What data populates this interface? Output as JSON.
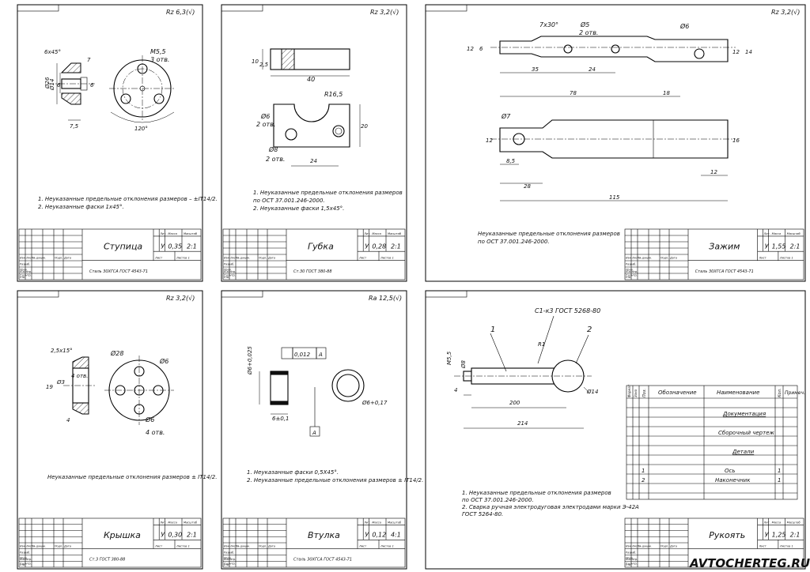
{
  "sheets": [
    {
      "id": "stupitsa",
      "roughness": "Rz 6,3(√)",
      "notes": [
        "1. Неуказанные предельные отклонения размеров – ±IT14/2.",
        "2. Неуказанные фаски 1х45°."
      ],
      "title": "Ступица",
      "material": "Сталь 30ХГСА ГОСТ 4543-71",
      "lit": "У",
      "mass": "0,35",
      "scale": "2:1",
      "dims": {
        "chamfer": "6х45°",
        "thread": "М5,5",
        "holes": "3 отв.",
        "d1": "Ø26",
        "d2": "Ø14",
        "d3": "6",
        "d4": "7",
        "w": "7,5",
        "angle": "120°",
        "h": "6"
      }
    },
    {
      "id": "gubka",
      "roughness": "Rz 3,2(√)",
      "notes": [
        "1. Неуказанные предельные отклонения размеров",
        "по ОСТ 37.001.246-2000.",
        "2. Неуказанные фаски 1,5х45°."
      ],
      "title": "Губка",
      "material": "Ст.30 ГОСТ 380-88",
      "lit": "У",
      "mass": "0,28",
      "scale": "2:1",
      "dims": {
        "h1": "10",
        "h2": "2,5",
        "len": "40",
        "r": "R16,5",
        "hole1": "Ø6",
        "hole1n": "2 отв.",
        "hole2": "Ø8",
        "hole2n": "2 отв.",
        "h3": "20",
        "w": "24"
      }
    },
    {
      "id": "zazhim",
      "roughness": "Rz 3,2(√)",
      "notes": [
        "Неуказанные предельные отклонения размеров",
        "по ОСТ 37.001.246-2000."
      ],
      "title": "Зажим",
      "material": "Сталь 30ХГСА ГОСТ 4543-71",
      "lit": "У",
      "mass": "1,55",
      "scale": "2:1",
      "dims": {
        "angle": "7х30°",
        "hole5": "Ø5",
        "hole5n": "2 отв.",
        "hole6": "Ø6",
        "h12a": "12",
        "h6": "6",
        "h12b": "12",
        "h14": "14",
        "l35": "35",
        "l24": "24",
        "l78": "78",
        "l18": "18",
        "hole7": "Ø7",
        "h12c": "12",
        "h16": "16",
        "l85": "8,5",
        "l28": "28",
        "l12": "12",
        "l115": "115"
      }
    },
    {
      "id": "kryshka",
      "roughness": "Rz 3,2(√)",
      "notes": [
        "Неуказанные предельные отклонения размеров ± IT14/2."
      ],
      "title": "Крышка",
      "material": "Ст.3 ГОСТ 380-88",
      "lit": "У",
      "mass": "0,30",
      "scale": "2:1",
      "dims": {
        "chamfer": "2,5х15°",
        "d28": "Ø28",
        "d6a": "Ø6",
        "d3": "Ø3",
        "n4": "4 отв.",
        "d19": "19",
        "h4": "4",
        "d6b": "Ø6",
        "n4b": "4 отв."
      }
    },
    {
      "id": "vtulka",
      "roughness": "Ra 12,5(√)",
      "notes": [
        "1. Неуказанные фаски 0,5Х45°.",
        "2. Неуказанные предельные отклонения размеров ± IT14/2."
      ],
      "title": "Втулка",
      "material": "Сталь 30ХГСА ГОСТ 4543-71",
      "lit": "У",
      "mass": "0,12",
      "scale": "4:1",
      "dims": {
        "dia": "Ø6+0,025",
        "tol": "0,012",
        "base": "A",
        "len": "6±0,1",
        "d": "Ø6+0,17"
      }
    },
    {
      "id": "rukoyat",
      "roughness": "",
      "notes": [
        "1. Неуказанные предельные отклонения размеров",
        "по ОСТ 37.001.246-2000.",
        "2. Сварка ручная электродуговая электродами марки Э-42А",
        "ГОСТ 5264-80."
      ],
      "title": "Рукоять",
      "material": "",
      "lit": "У",
      "mass": "1,25",
      "scale": "2:1",
      "dims": {
        "weld": "С1-к3 ГОСТ 5268-80",
        "p1": "1",
        "p2": "2",
        "m55": "М5,5",
        "d8": "Ø8",
        "l4": "4",
        "l200": "200",
        "l214": "214",
        "d14": "Ø14",
        "r": "R1"
      }
    }
  ],
  "spec": {
    "headers": [
      "Формат",
      "Зона",
      "Поз.",
      "Обозначение",
      "Наименование",
      "Кол.",
      "Примеч."
    ],
    "rows": [
      {
        "pos": "",
        "name": "Документация",
        "qty": "",
        "heading": true
      },
      {
        "pos": "",
        "name": "Сборочный чертеж",
        "qty": "",
        "heading": false
      },
      {
        "pos": "",
        "name": "Детали",
        "qty": "",
        "heading": true
      },
      {
        "pos": "1",
        "name": "Ось",
        "qty": "1",
        "heading": false
      },
      {
        "pos": "2",
        "name": "Наконечник",
        "qty": "1",
        "heading": false
      }
    ]
  },
  "stamp_labels": {
    "lit": "Лит.",
    "mass": "Масса",
    "scale": "Масштаб",
    "sheet": "Лист",
    "sheets": "Листов",
    "sheets_n": "1",
    "izm": "Изм",
    "list": "Лист",
    "ndoc": "№ докум.",
    "podp": "Подп.",
    "data": "Дата",
    "razrab": "Разраб.",
    "prov": "Пров.",
    "tkontr": "Т.контр.",
    "nkontr": "Н.контр.",
    "utv": "Утв."
  },
  "watermark": "AVTOCHERTEG.RU"
}
